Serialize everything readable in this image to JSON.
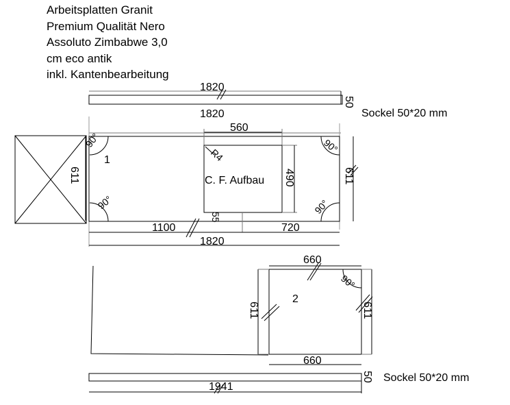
{
  "title": {
    "lines": [
      "Arbeitsplatten Granit",
      "Premium Qualität Nero",
      "Assoluto Zimbabwe 3,0",
      "cm eco antik",
      "inkl. Kantenbearbeitung"
    ]
  },
  "top_strip": {
    "length": "1820",
    "height": "50",
    "label": "Sockel 50*20 mm"
  },
  "board1": {
    "number": "1",
    "top_length": "1820",
    "bottom_length": "1820",
    "depth_left": "611",
    "depth_right": "611",
    "cutout_width": "560",
    "cutout_height": "490",
    "cutout_radius": "R4",
    "cutout_label": "C. F. Aufbau",
    "left_offset": "1100",
    "right_offset": "720",
    "gap": "55",
    "angles": [
      "90°",
      "90°",
      "90°",
      "90°"
    ]
  },
  "board2": {
    "number": "2",
    "top_width": "660",
    "bottom_width": "660",
    "depth_left": "611",
    "depth_right": "611",
    "angle": "90°"
  },
  "bottom_strip": {
    "length": "1941",
    "height": "50",
    "label": "Sockel 50*20 mm"
  }
}
